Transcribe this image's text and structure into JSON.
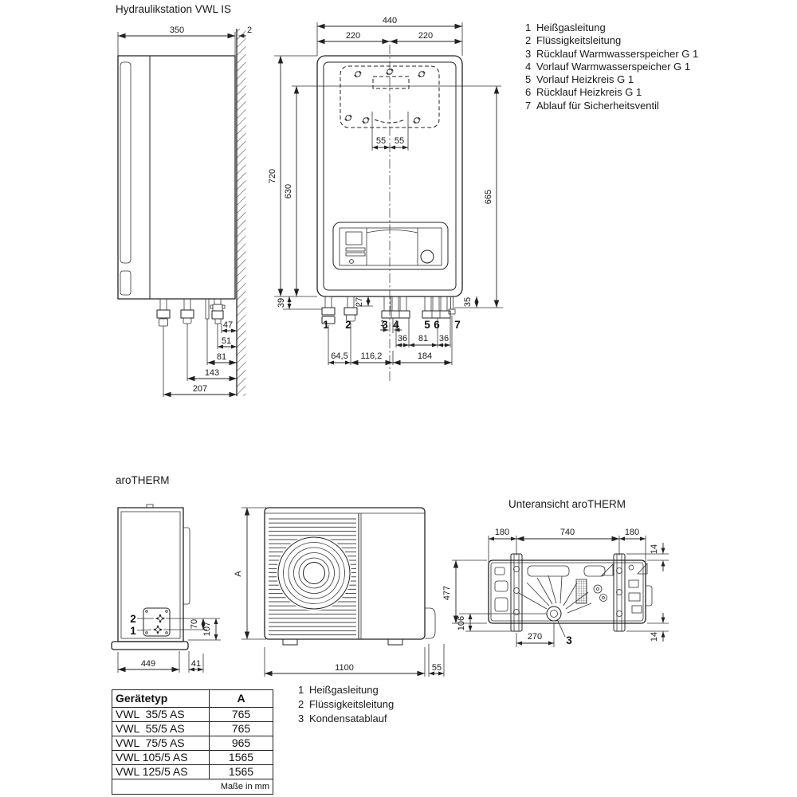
{
  "titles": {
    "hydraulik": "Hydraulikstation VWL IS",
    "arotherm": "aroTHERM",
    "unteransicht": "Unteransicht aroTHERM"
  },
  "legend_top": {
    "items": [
      {
        "num": "1",
        "label": "Heißgasleitung"
      },
      {
        "num": "2",
        "label": "Flüssigkeitsleitung"
      },
      {
        "num": "3",
        "label": "Rücklauf Warmwasserspeicher G 1"
      },
      {
        "num": "4",
        "label": "Vorlauf Warmwasserspeicher G 1"
      },
      {
        "num": "5",
        "label": "Vorlauf Heizkreis G 1"
      },
      {
        "num": "6",
        "label": "Rücklauf Heizkreis G 1"
      },
      {
        "num": "7",
        "label": "Ablauf für Sicherheitsventil"
      }
    ]
  },
  "legend_bottom": {
    "items": [
      {
        "num": "1",
        "label": "Heißgasleitung"
      },
      {
        "num": "2",
        "label": "Flüssigkeitsleitung"
      },
      {
        "num": "3",
        "label": "Kondensatablauf"
      }
    ]
  },
  "hydraulik": {
    "side": {
      "d350": "350",
      "d2": "2",
      "d47": "47",
      "d51": "51",
      "d81": "81",
      "d143": "143",
      "d207": "207"
    },
    "front": {
      "d440": "440",
      "d220l": "220",
      "d220r": "220",
      "d55l": "55",
      "d55r": "55",
      "d720": "720",
      "d630": "630",
      "d665": "665",
      "d39": "39",
      "d27": "27",
      "d35": "35",
      "d1": "1",
      "d36a": "36",
      "d81": "81",
      "d36b": "36",
      "d645": "64,5",
      "d1162": "116,2",
      "d184": "184",
      "c1": "1",
      "c2": "2",
      "c3": "3",
      "c4": "4",
      "c5": "5",
      "c6": "6",
      "c7": "7"
    }
  },
  "arotherm": {
    "side": {
      "c2": "2",
      "c1": "1",
      "d70": "70",
      "d107": "107",
      "d449": "449",
      "d41": "41"
    },
    "front": {
      "dA": "A",
      "d1100": "1100",
      "d55": "55"
    },
    "bottom": {
      "d180l": "180",
      "d740": "740",
      "d180r": "180",
      "d14t": "14",
      "d14b": "14",
      "d477": "477",
      "d106": "106",
      "d270": "270",
      "c3": "3"
    }
  },
  "table": {
    "col1": "Gerätetyp",
    "col2": "A",
    "rows": [
      [
        "VWL  35/5 AS",
        "765"
      ],
      [
        "VWL  55/5 AS",
        "765"
      ],
      [
        "VWL  75/5 AS",
        "965"
      ],
      [
        "VWL 105/5 AS",
        "1565"
      ],
      [
        "VWL 125/5 AS",
        "1565"
      ]
    ],
    "footer": "Maße in mm"
  }
}
